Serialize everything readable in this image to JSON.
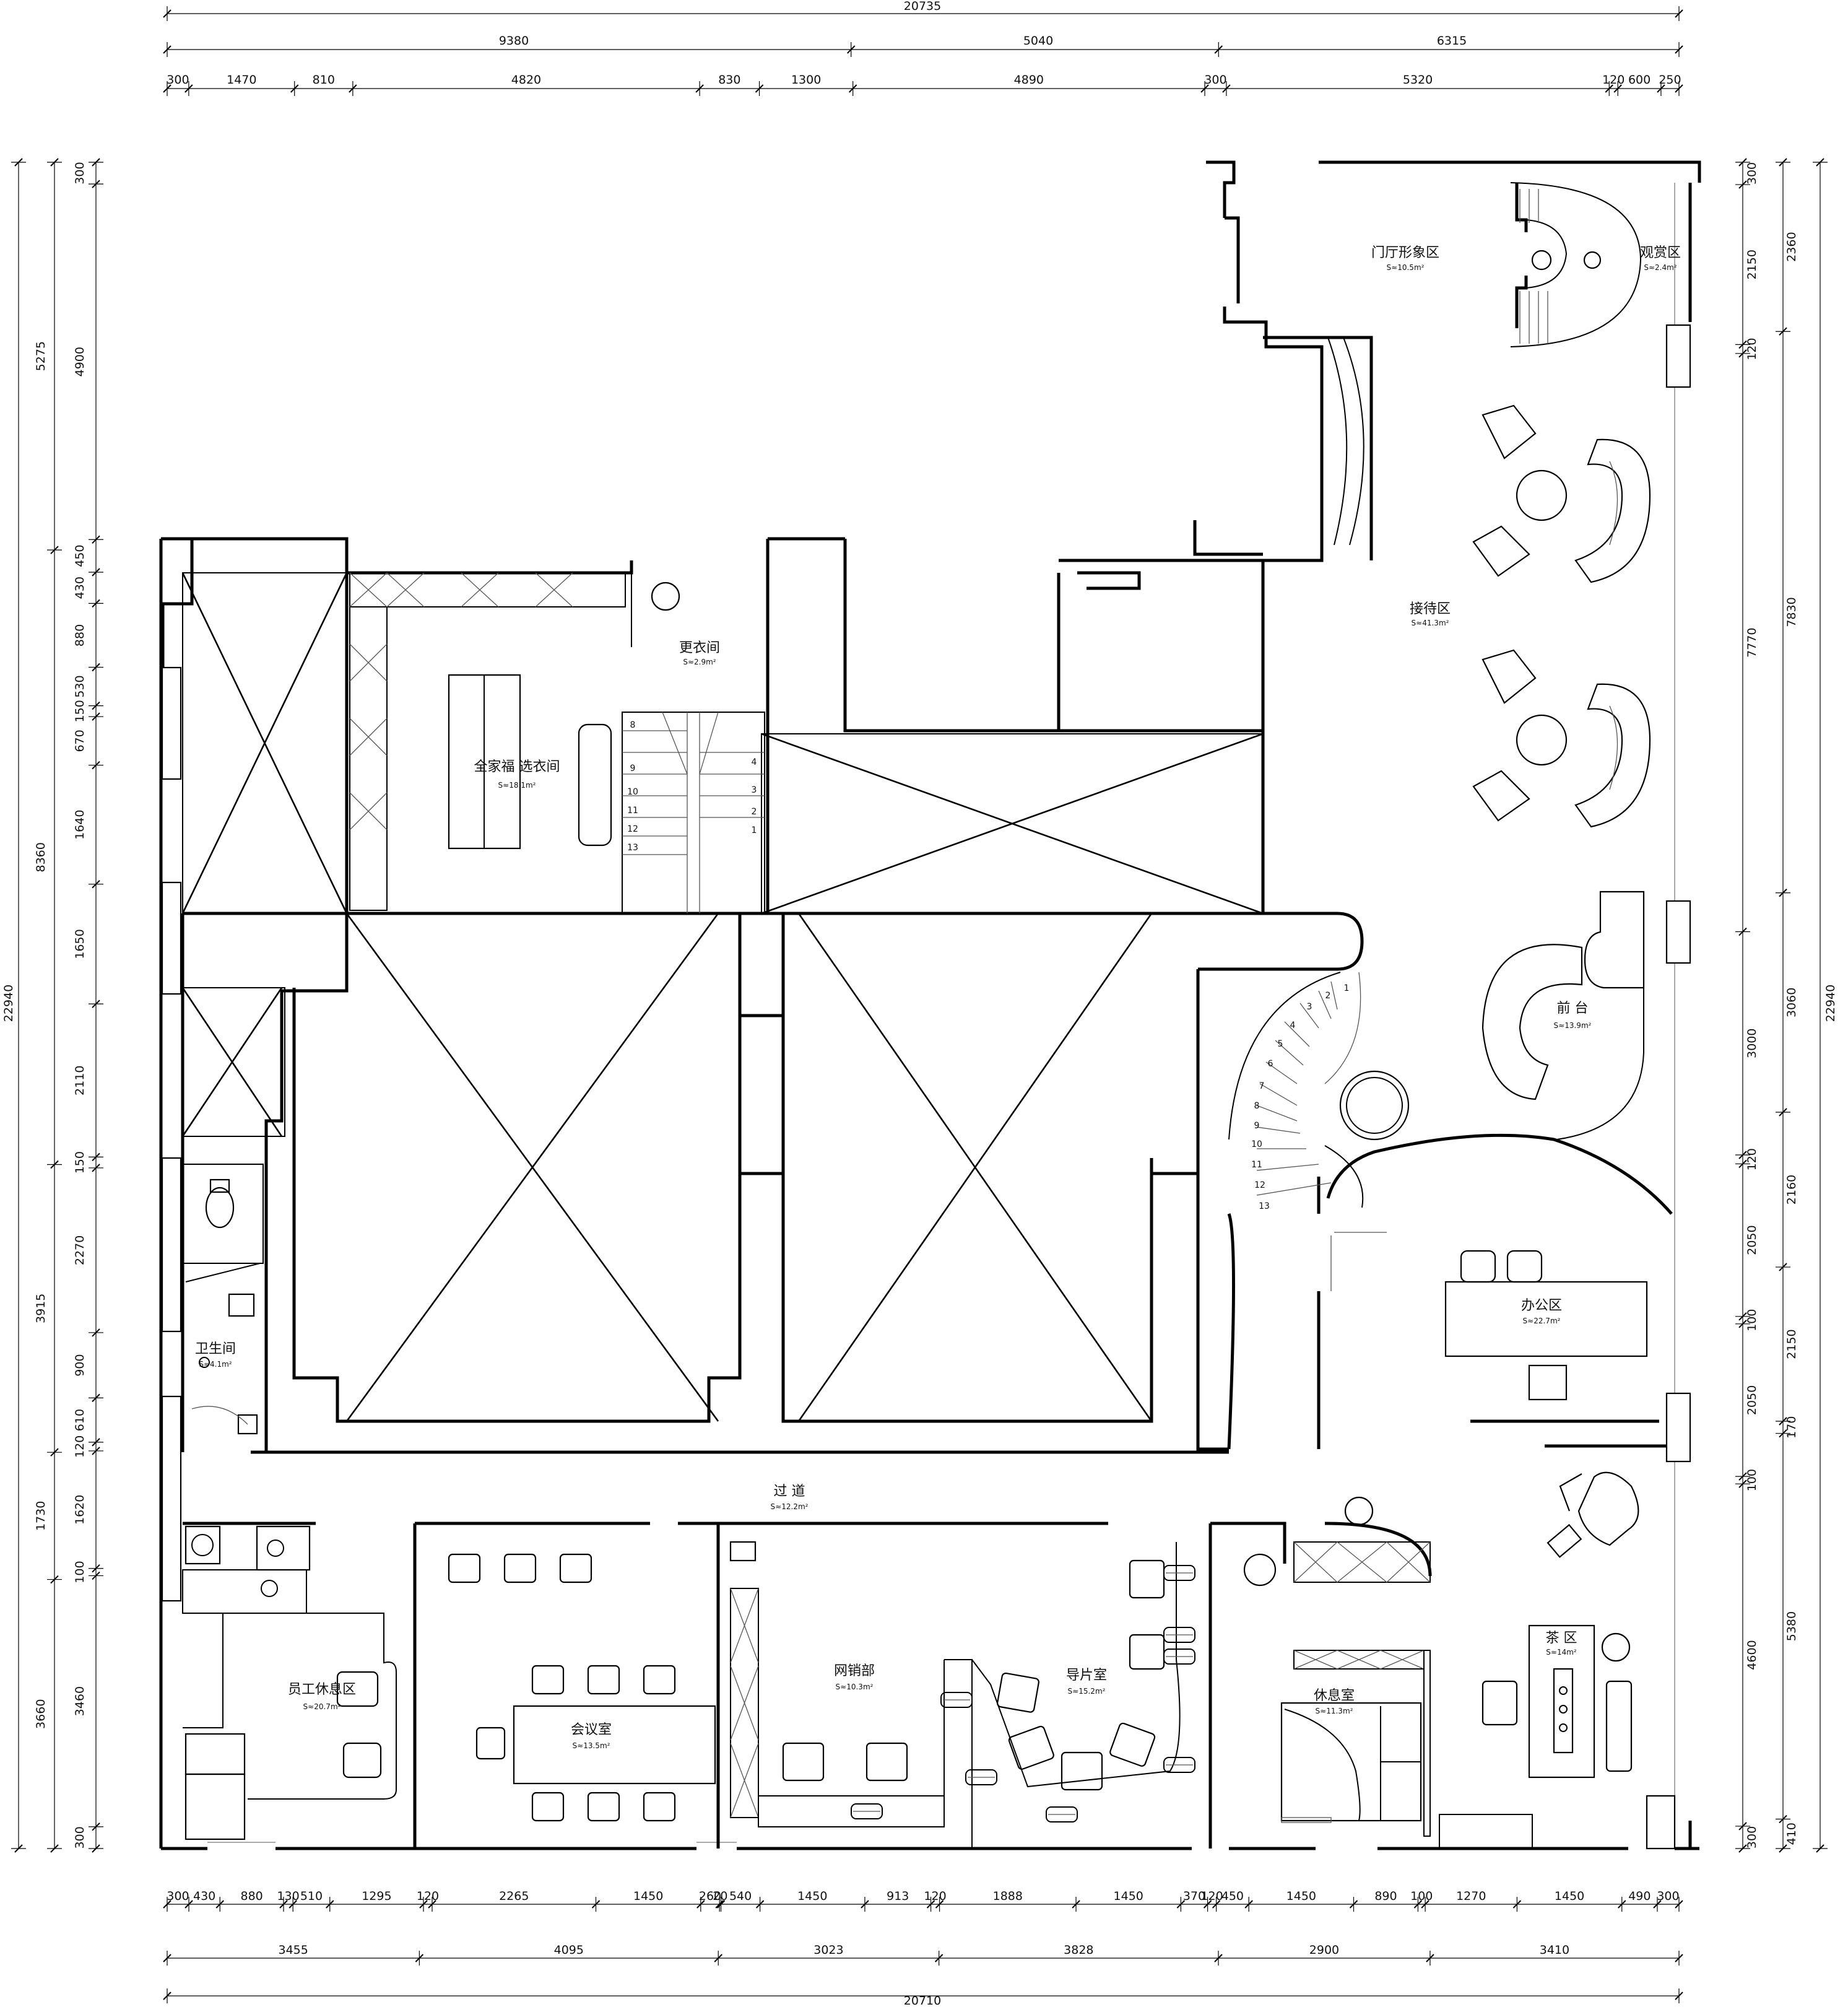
{
  "dimensions": {
    "top_total": "20735",
    "top_groups": [
      "9380",
      "5040",
      "6315"
    ],
    "top_segments": [
      "300",
      "1470",
      "810",
      "4820",
      "830",
      "1300",
      "4890",
      "300",
      "5320",
      "120",
      "600",
      "250"
    ],
    "bottom_total": "20710",
    "bottom_groups": [
      "3455",
      "4095",
      "3023",
      "3828",
      "2900",
      "3410"
    ],
    "bottom_segments": [
      "300",
      "430",
      "880",
      "130",
      "510",
      "1295",
      "120",
      "2265",
      "1450",
      "260",
      "20",
      "540",
      "1450",
      "913",
      "120",
      "1888",
      "1450",
      "370",
      "120",
      "450",
      "1450",
      "890",
      "100",
      "1270",
      "1450",
      "490",
      "300"
    ],
    "left_total": "22940",
    "left_groups": [
      "5275",
      "8360",
      "3915",
      "1730",
      "3660"
    ],
    "left_segments": [
      "300",
      "4900",
      "450",
      "430",
      "880",
      "530",
      "150",
      "670",
      "1640",
      "1650",
      "2110",
      "150",
      "2270",
      "900",
      "610",
      "120",
      "1620",
      "100",
      "3460",
      "300"
    ],
    "right_total": "22940",
    "right_groups": [
      "2360",
      "7830",
      "3060",
      "2160",
      "2150",
      "170",
      "5380",
      "410"
    ],
    "right_segments": [
      "300",
      "2150",
      "120",
      "7770",
      "3000",
      "120",
      "2050",
      "100",
      "2050",
      "100",
      "4600",
      "300"
    ]
  },
  "rooms": {
    "lobby": {
      "name": "门厅形象区",
      "area": "S≈10.5m²"
    },
    "viewing": {
      "name": "观赏区",
      "area": "S≈2.4m²"
    },
    "reception": {
      "name": "接待区",
      "area": "S≈41.3m²"
    },
    "front_desk": {
      "name": "前  台",
      "area": "S≈13.9m²"
    },
    "office": {
      "name": "办公区",
      "area": "S≈22.7m²"
    },
    "changing": {
      "name": "更衣间",
      "area": "S≈2.9m²"
    },
    "wardrobe": {
      "name": "全家福  选衣间",
      "area": "S≈18.1m²"
    },
    "toilet": {
      "name": "卫生间",
      "area": "S≈4.1m²"
    },
    "corridor": {
      "name": "过  道",
      "area": "S≈12.2m²"
    },
    "staff_lounge": {
      "name": "员工休息区",
      "area": "S≈20.7m²"
    },
    "meeting": {
      "name": "会议室",
      "area": "S≈13.5m²"
    },
    "online_sales": {
      "name": "网销部",
      "area": "S≈10.3m²"
    },
    "guide_room": {
      "name": "导片室",
      "area": "S≈15.2m²"
    },
    "rest_room": {
      "name": "休息室",
      "area": "S≈11.3m²"
    },
    "tea_area": {
      "name": "茶  区",
      "area": "S≈14m²"
    }
  },
  "stair_right_steps": [
    "1",
    "2",
    "3",
    "4",
    "5",
    "6",
    "7",
    "8",
    "9",
    "10",
    "11",
    "12",
    "13"
  ],
  "stair_left_steps": [
    "8",
    "9",
    "10",
    "11",
    "12",
    "13",
    "4",
    "3",
    "2",
    "1"
  ]
}
